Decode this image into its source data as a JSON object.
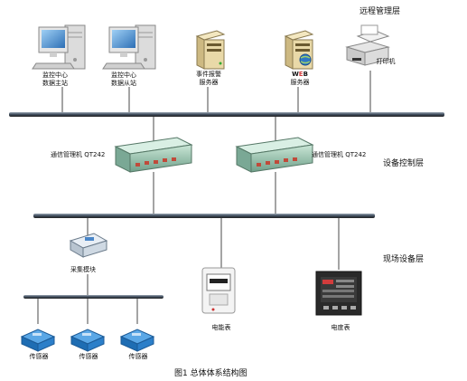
{
  "layers": {
    "remote": "远程管理层",
    "control": "设备控制层",
    "field": "现场设备层"
  },
  "devices": {
    "master_station": [
      "监控中心",
      "数据主站"
    ],
    "slave_station": [
      "监控中心",
      "数据从站"
    ],
    "alarm_server": [
      "事件报警",
      "服务器"
    ],
    "web_server_prefix": "W",
    "web_server_accent": "E",
    "web_server_suffix": "B",
    "web_server_line2": "服务器",
    "printer": "打印机",
    "comm_manager_1": "通信管理机 QT242",
    "comm_manager_2": "通信管理机 QT242",
    "acquisition_module": "采集模块",
    "energy_meter": "电能表",
    "power_meter": "电度表",
    "sensor_1": "传感器",
    "sensor_2": "传感器",
    "sensor_3": "传感器"
  },
  "caption": "图1  总体体系结构图",
  "colors": {
    "bus": "#3d4a5a",
    "wire": "#4a4a4a",
    "monitor_screen": "#3f86c4",
    "server_body": "#e9d9a8",
    "manager_body": "#9fc7b5",
    "sensor_body": "#2c7fc9",
    "meter_face": "#ffffff",
    "power_meter_screen": "#d23c3c"
  }
}
